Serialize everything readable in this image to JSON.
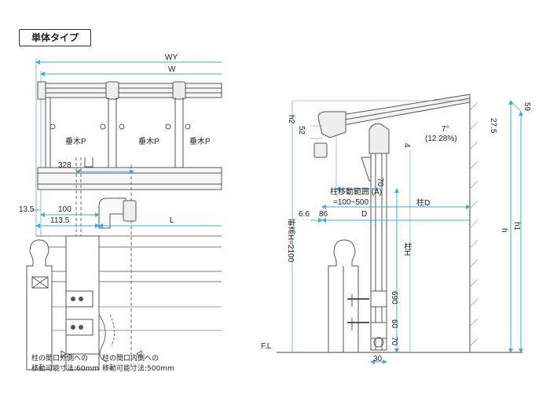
{
  "title_tag": "単体タイプ",
  "left": {
    "dim_WY": "WY",
    "dim_W": "W",
    "rafter_labels": [
      "垂木P",
      "垂木P",
      "垂木P"
    ],
    "dim_328": "328",
    "dim_13_5": "13.5",
    "dim_100": "100",
    "dim_113_5": "113.5",
    "dim_L": "L",
    "note_outer": [
      "柱の間口外側への",
      "移動可能寸法:60mm"
    ],
    "note_inner": [
      "柱の間口内側への",
      "移動可能寸法:500mm"
    ]
  },
  "right": {
    "h2": "h2",
    "d52": "52",
    "d59": "59",
    "d27_5": "27.5",
    "slope_deg": "7°",
    "slope_pct": "(12.28%)",
    "d4": "4",
    "d70_top": "70",
    "move_range_label": "柱移動範囲 (A)",
    "move_range_val": "=100~500",
    "d6_6": "6.6",
    "d86": "86",
    "D": "D",
    "column_D": "柱D",
    "h": "h",
    "h1": "h1",
    "eave_height": "軒高H=2100",
    "column_H": "柱H",
    "d690": "690",
    "d60": "60",
    "d70_bot": "70",
    "d30": "30",
    "FL": "F.L"
  }
}
